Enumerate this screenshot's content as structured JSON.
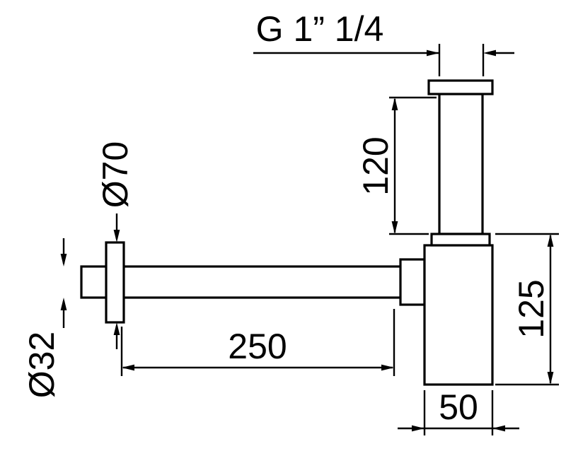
{
  "drawing": {
    "dimension_labels": {
      "thread_size": "G 1” 1/4",
      "vertical_pipe_height": "120",
      "flange_diameter": "Ø70",
      "pipe_diameter": "Ø32",
      "horizontal_pipe_length": "250",
      "trap_body_height": "125",
      "trap_body_width": "50"
    }
  }
}
